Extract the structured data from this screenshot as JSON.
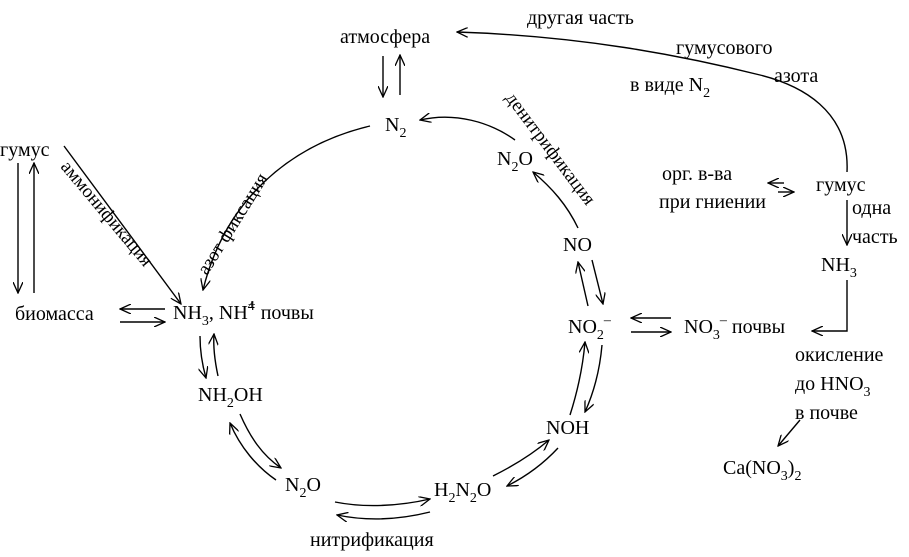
{
  "nodes": {
    "atmosphere": "атмосфера",
    "n2_top": "N",
    "n2_top_sub": "2",
    "humus_left": "гумус",
    "biomass": "биомасса",
    "nh3_soil_a": "NH",
    "nh3_soil_a_sub": "3",
    "nh3_soil_b": ", NH",
    "nh3_soil_b_sub": "4",
    "nh3_soil_b_sup": "+",
    "nh3_soil_c": " почвы",
    "nh2oh_a": "NH",
    "nh2oh_sub": "2",
    "nh2oh_b": "OH",
    "n2o_bottom_a": "N",
    "n2o_bottom_sub": "2",
    "n2o_bottom_b": "O",
    "h2n2o2_a": "H",
    "h2n2o2_sub1": "2",
    "h2n2o2_b": "N",
    "h2n2o2_sub2": "2",
    "h2n2o2_c": "O",
    "noh": "NOH",
    "no2_a": "NO",
    "no2_sub": "2",
    "no2_sup": "–",
    "no": "NO",
    "n2o_top_a": "N",
    "n2o_top_sub": "2",
    "n2o_top_b": "O",
    "no3_a": "NO",
    "no3_sub": "3",
    "no3_sup": "–",
    "no3_b": " почвы",
    "org_line1": "орг. в-ва",
    "org_line2": "при гниении",
    "humus_right": "гумус",
    "nh3_right_a": "NH",
    "nh3_right_sub": "3",
    "ca_a": "Ca(NO",
    "ca_sub1": "3",
    "ca_b": ")",
    "ca_sub2": "2"
  },
  "labels": {
    "other_part_line1": "другая часть",
    "other_part_line2": "гумусового",
    "other_part_line3a": "в виде N",
    "other_part_line3_sub": "2",
    "other_part_line3b": "азота",
    "one_part_line1": "одна",
    "one_part_line2": "часть",
    "oxidation_line1": "окисление",
    "oxidation_line2a": "до HNO",
    "oxidation_line2_sub": "3",
    "oxidation_line3": "в почве",
    "nitrification": "нитрификация",
    "ammonification": "аммонификация",
    "nitrogen_fixation": "азот  фиксация",
    "denitrification": "денитрификация"
  }
}
